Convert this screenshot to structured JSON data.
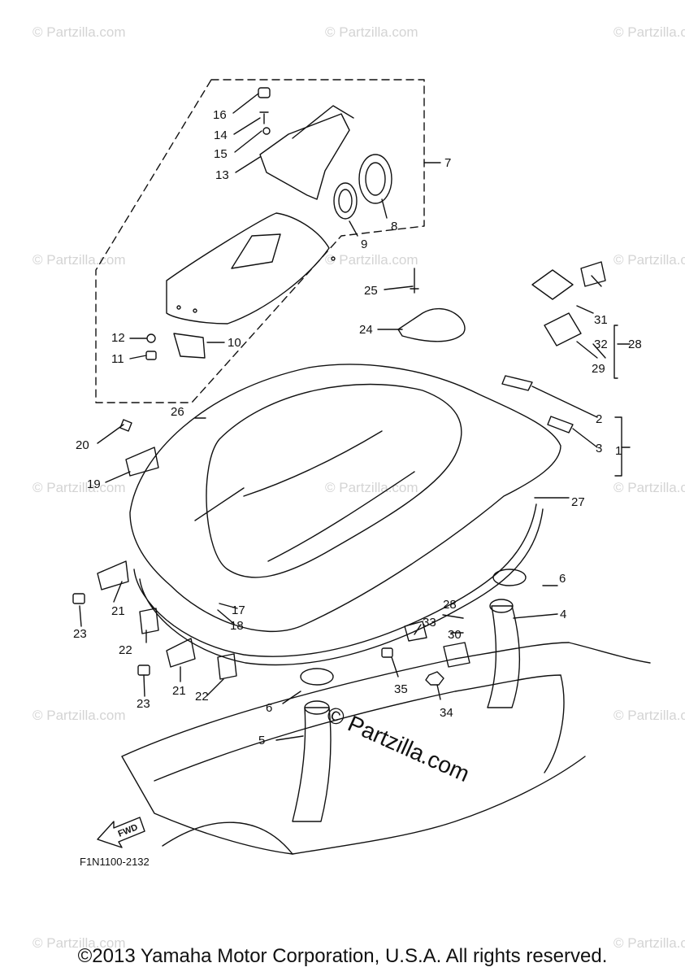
{
  "watermark": {
    "text": "© Partzilla.com",
    "main_text": "© Partzilla.com"
  },
  "drawing_code": "F1N1100-2132",
  "fwd_label": "FWD",
  "copyright": "©2013 Yamaha Motor Corporation, U.S.A. All rights reserved.",
  "callouts": [
    "1",
    "2",
    "3",
    "4",
    "5",
    "6",
    "6",
    "7",
    "8",
    "9",
    "10",
    "11",
    "12",
    "13",
    "14",
    "15",
    "16",
    "17",
    "18",
    "19",
    "20",
    "21",
    "21",
    "22",
    "22",
    "23",
    "23",
    "24",
    "25",
    "26",
    "27",
    "28",
    "28",
    "29",
    "30",
    "31",
    "32",
    "33",
    "34",
    "35"
  ]
}
